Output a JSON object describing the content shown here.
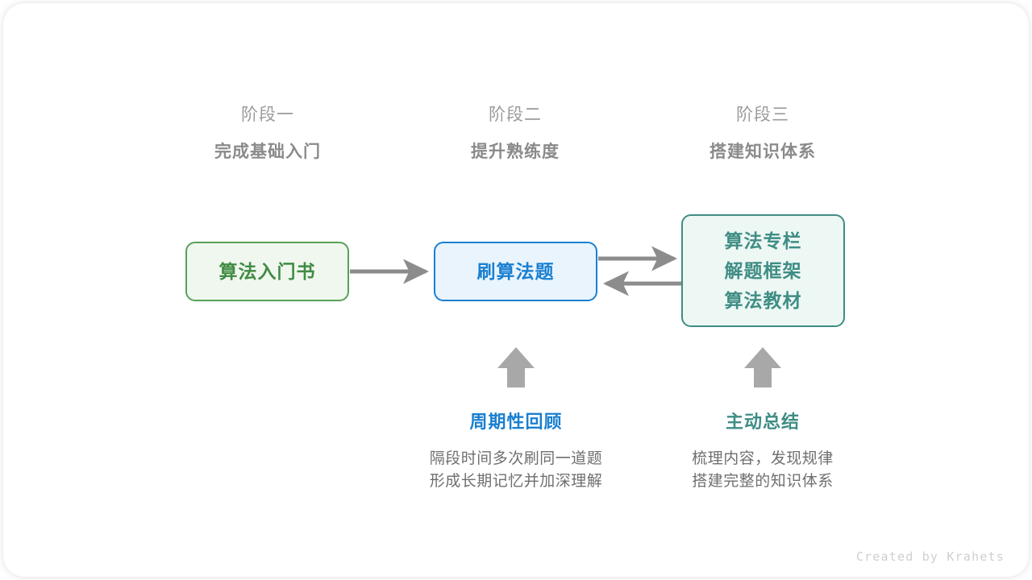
{
  "page": {
    "background": "#ffffff",
    "credit": "Created by Krahets"
  },
  "stages": [
    {
      "top": "阶段一",
      "sub": "完成基础入门"
    },
    {
      "top": "阶段二",
      "sub": "提升熟练度"
    },
    {
      "top": "阶段三",
      "sub": "搭建知识体系"
    }
  ],
  "nodes": [
    {
      "id": "book",
      "lines": [
        "算法入门书"
      ],
      "fill": "#f0f7ef",
      "border": "#58a058",
      "text": "#3f8b43"
    },
    {
      "id": "practice",
      "lines": [
        "刷算法题"
      ],
      "fill": "#e9f4fd",
      "border": "#1a80d2",
      "text": "#1a7fd0"
    },
    {
      "id": "resources",
      "lines": [
        "算法专栏",
        "解题框架",
        "算法教材"
      ],
      "fill": "#edf7f4",
      "border": "#3f8d84",
      "text": "#3f8d84"
    }
  ],
  "arrows": {
    "color": "#8c8c8c",
    "book_to_practice": "right",
    "practice_to_resources": "right",
    "resources_to_practice": "left",
    "up_arrow_review": "up",
    "up_arrow_summary": "up"
  },
  "notes": [
    {
      "id": "review",
      "title": "周期性回顾",
      "color": "#1a7fd0",
      "body_lines": [
        "隔段时间多次刷同一道题",
        "形成长期记忆并加深理解"
      ]
    },
    {
      "id": "summary",
      "title": "主动总结",
      "color": "#3f8d84",
      "body_lines": [
        "梳理内容，发现规律",
        "搭建完整的知识体系"
      ]
    }
  ]
}
